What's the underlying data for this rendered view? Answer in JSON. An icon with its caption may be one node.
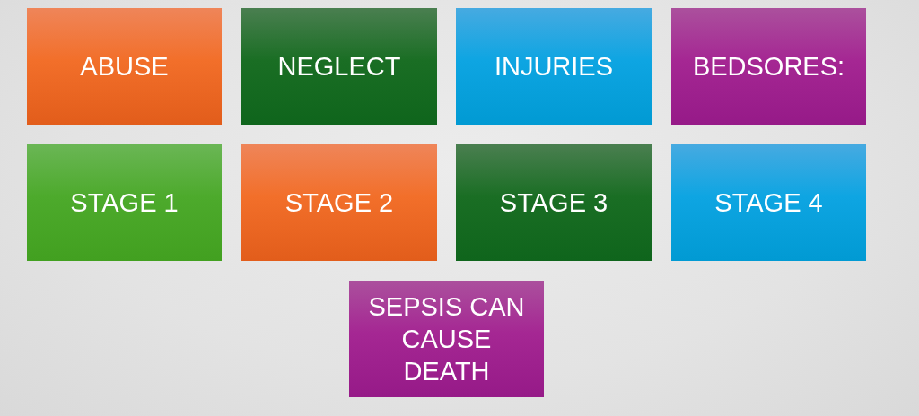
{
  "diagram": {
    "nodes": [
      {
        "text": [
          "ABUSE"
        ]
      },
      {
        "text": [
          "NEGLECT"
        ]
      },
      {
        "text": [
          "INJURIES"
        ]
      },
      {
        "text": [
          "BEDSORES:"
        ]
      },
      {
        "text": [
          "STAGE 1"
        ]
      },
      {
        "text": [
          "STAGE 2"
        ]
      },
      {
        "text": [
          "STAGE 3"
        ]
      },
      {
        "text": [
          "STAGE 4"
        ]
      },
      {
        "text": [
          "SEPSIS CAN CAUSE DEATH"
        ]
      }
    ]
  }
}
